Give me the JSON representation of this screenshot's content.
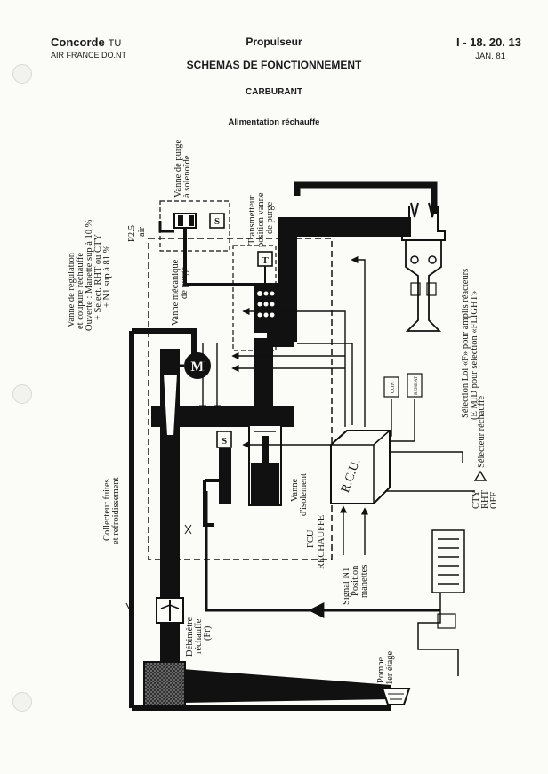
{
  "header": {
    "title": "Concorde",
    "title_suffix": "TU",
    "subtitle": "AIR FRANCE   DO.NT",
    "section": "Propulseur",
    "heading": "SCHEMAS DE FONCTIONNEMENT",
    "subheading": "CARBURANT",
    "caption": "Alimentation réchauffe",
    "ref": "I - 18. 20. 13",
    "date": "JAN. 81"
  },
  "labels": {
    "vanne_purge_1": "Vanne de purge",
    "vanne_purge_2": "à solenoïde",
    "p25_1": "P2.5",
    "p25_2": "air",
    "transmetteur_1": "Transmetteur",
    "transmetteur_2": "position vanne",
    "transmetteur_3": "de purge",
    "vanne_meca_1": "Vanne mécanique",
    "vanne_meca_2": "de purge",
    "regulation_1": "Vanne de régulation",
    "regulation_2": "et coupure réchauffe",
    "regulation_3": "Ouverte : Manette sup à 10 %",
    "regulation_4": "+ Select. RHT ou CTY",
    "regulation_5": "+ N1 sup à 81 %",
    "collecteur_1": "Collecteur fuites",
    "collecteur_2": "et refroidissement",
    "isolement_1": "Vanne",
    "isolement_2": "d'isolement",
    "fcu_1": "FCU",
    "fcu_2": "RECHAUFFE",
    "debitmetre_1": "Débimètre",
    "debitmetre_2": "réchauffe",
    "debitmetre_3": "(Fr)",
    "signal_1": "Signal N1",
    "signal_2": "Position",
    "signal_3": "manettes",
    "pompe_1": "Pompe",
    "pompe_2": "1er étage",
    "selection_1": "Sélection Loi «F» pour amplis réacteurs",
    "selection_2": "(E MID pour sélection «FLIGHT»",
    "selecteur": "Sélecteur réchauffe",
    "cty": "CTY",
    "rht": "RHT",
    "off": "OFF",
    "rcu": "R.C.U.",
    "con": "CON",
    "reheat": "REHEAT",
    "motor": "M",
    "solenoid_s": "S",
    "transmitter_t": "T"
  }
}
